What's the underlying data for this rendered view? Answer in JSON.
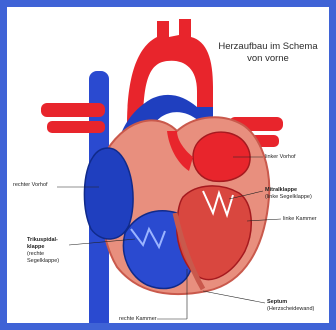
{
  "title": {
    "line1": "Herzaufbau im Schema",
    "line2": "von vorne"
  },
  "labels": {
    "right_atrium": "rechter Vorhof",
    "left_atrium": "linker Vorhof",
    "mitral_title": "Mitralklappe",
    "mitral_sub": "(linke Segelklappe)",
    "left_ventricle": "linke Kammer",
    "tricuspid_title1": "Trikuspidal-",
    "tricuspid_title2": "klappe",
    "tricuspid_sub1": "(rechte",
    "tricuspid_sub2": "Segelklappe)",
    "right_ventricle": "rechte Kammer",
    "septum_title": "Septum",
    "septum_sub": "(Herzscheidewand)"
  },
  "colors": {
    "frame": "#3f63d6",
    "oxygenated": "#e8252c",
    "deoxygenated": "#1f3fbf",
    "muscle": "#e88f7e",
    "muscle_dark": "#c9594c"
  }
}
